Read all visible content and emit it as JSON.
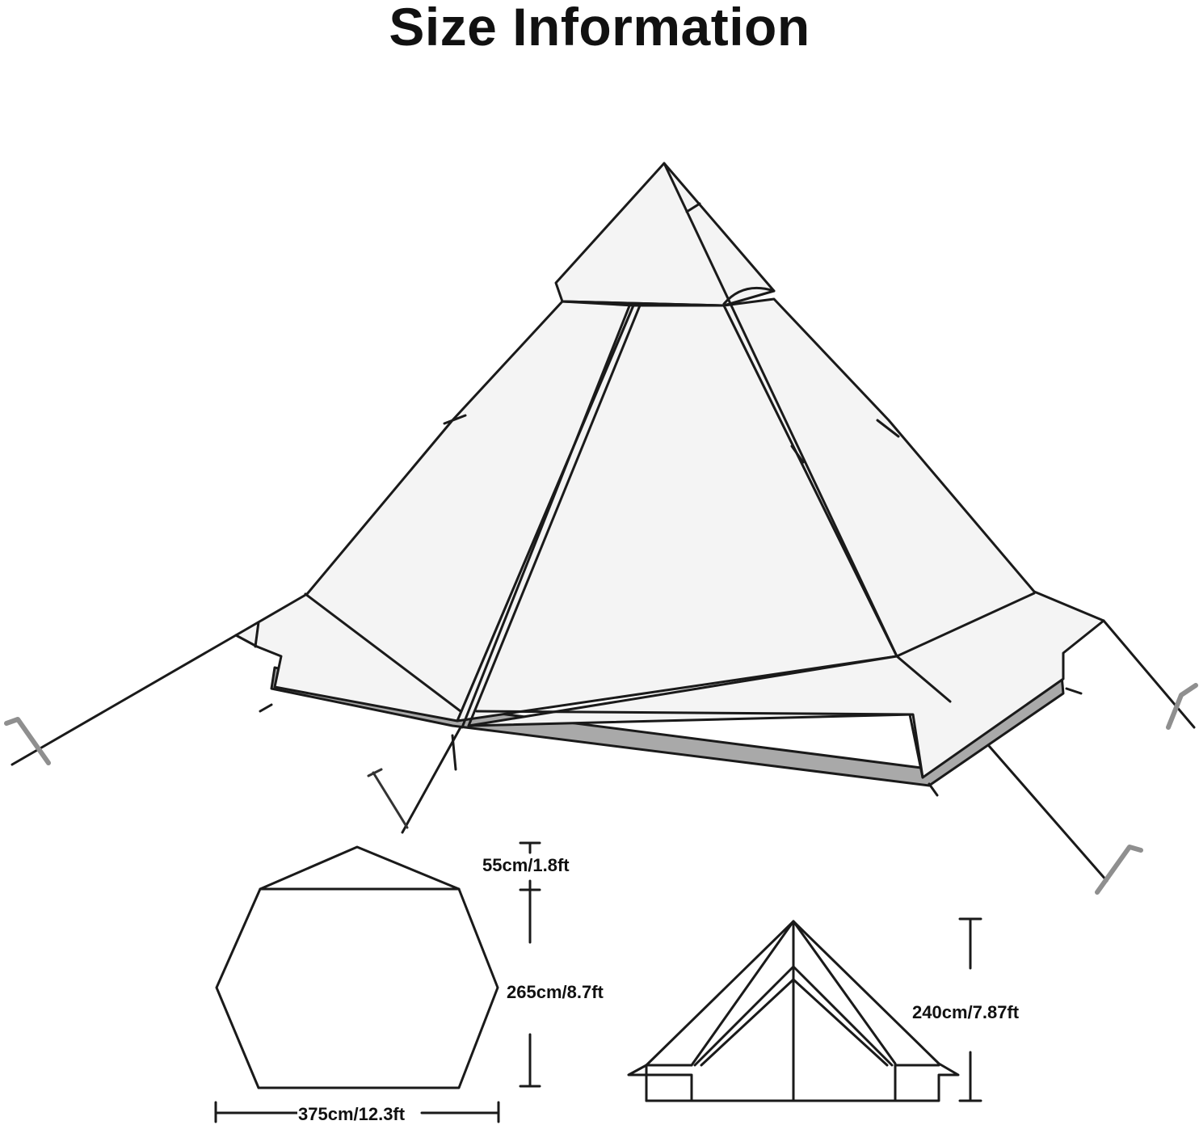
{
  "title": "Size Information",
  "dimensions": {
    "peak_height": "55cm/1.8ft",
    "depth": "265cm/8.7ft",
    "width": "375cm/12.3ft",
    "height": "240cm/7.87ft"
  },
  "colors": {
    "line": "#1a1a1a",
    "tent_fill": "#f4f4f4",
    "floor": "#a9a9a9",
    "stake": "#9a9a9a"
  }
}
